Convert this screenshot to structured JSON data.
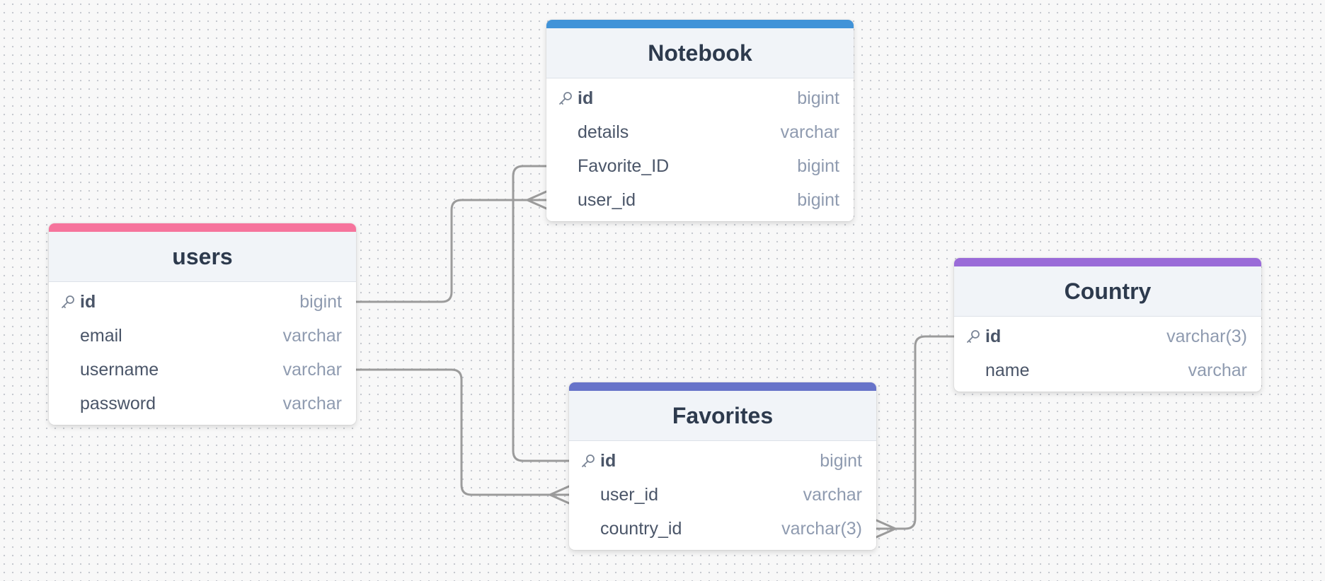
{
  "tables": {
    "notebook": {
      "name": "Notebook",
      "accent": "#4193d8",
      "columns": [
        {
          "name": "id",
          "type": "bigint",
          "pk": true
        },
        {
          "name": "details",
          "type": "varchar"
        },
        {
          "name": "Favorite_ID",
          "type": "bigint"
        },
        {
          "name": "user_id",
          "type": "bigint"
        }
      ]
    },
    "users": {
      "name": "users",
      "accent": "#f6749c",
      "columns": [
        {
          "name": "id",
          "type": "bigint",
          "pk": true
        },
        {
          "name": "email",
          "type": "varchar"
        },
        {
          "name": "username",
          "type": "varchar"
        },
        {
          "name": "password",
          "type": "varchar"
        }
      ]
    },
    "country": {
      "name": "Country",
      "accent": "#9a6bd8",
      "columns": [
        {
          "name": "id",
          "type": "varchar(3)",
          "pk": true
        },
        {
          "name": "name",
          "type": "varchar"
        }
      ]
    },
    "favorites": {
      "name": "Favorites",
      "accent": "#6773c9",
      "columns": [
        {
          "name": "id",
          "type": "bigint",
          "pk": true
        },
        {
          "name": "user_id",
          "type": "varchar"
        },
        {
          "name": "country_id",
          "type": "varchar(3)"
        }
      ]
    }
  },
  "relationships": [
    {
      "from": "users.id",
      "to": "Notebook.user_id",
      "cardinality": "one-to-many"
    },
    {
      "from": "users.username",
      "to": "Favorites.user_id",
      "cardinality": "one-to-many"
    },
    {
      "from": "Notebook.Favorite_ID",
      "to": "Favorites.id",
      "cardinality": "one-to-one"
    },
    {
      "from": "Country.id",
      "to": "Favorites.country_id",
      "cardinality": "one-to-many"
    }
  ]
}
